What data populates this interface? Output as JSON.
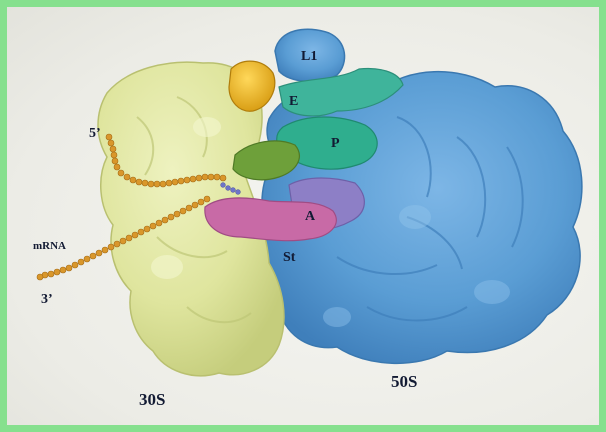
{
  "image": {
    "border_color": "#86e08e",
    "colors": {
      "subunit_30S": "#e2e8a4",
      "subunit_50S": "#5a9dd4",
      "site_E": "#3fb49b",
      "site_P": "#2fae8e",
      "site_A": "#c86aa6",
      "stalk_St": "#8d7fc6",
      "L1": "#5a9dd4",
      "mRNA": "#d9972b",
      "yellow_tRNA": "#f0b818",
      "green_tRNA": "#6ea03a"
    },
    "labels": {
      "l1": "L1",
      "e_site": "E",
      "p_site": "P",
      "a_site": "A",
      "st": "St",
      "five_prime": "5’",
      "three_prime": "3’",
      "mrna": "mRNA",
      "s30": "30S",
      "s50": "50S"
    }
  }
}
